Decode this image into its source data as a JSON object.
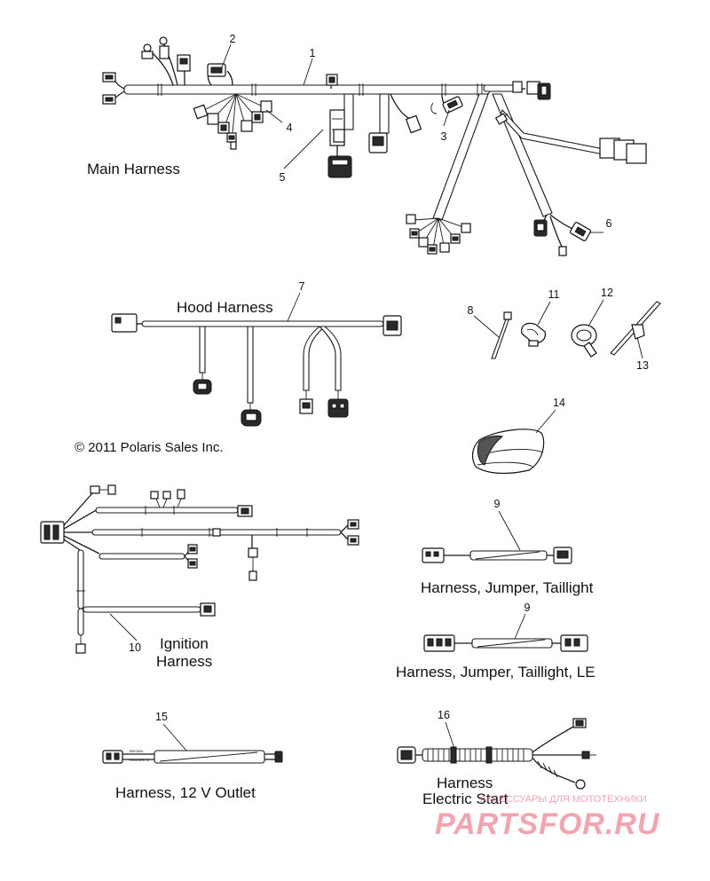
{
  "callouts": {
    "main": "1",
    "c2": "2",
    "c3": "3",
    "c4": "4",
    "c5": "5",
    "c6": "6",
    "hood": "7",
    "c8": "8",
    "c9a": "9",
    "c9b": "9",
    "ign": "10",
    "c11": "11",
    "c12": "12",
    "c13": "13",
    "c14": "14",
    "c15": "15",
    "c16": "16"
  },
  "labels": {
    "main_harness": "Main Harness",
    "hood_harness": "Hood Harness",
    "copyright": "© 2011 Polaris Sales Inc.",
    "ignition_1": "Ignition",
    "ignition_2": "Harness",
    "jumper_taillight": "Harness, Jumper, Taillight",
    "jumper_taillight_le": "Harness, Jumper, Taillight, LE",
    "outlet_12v": "Harness, 12 V Outlet",
    "electric_1": "Harness",
    "electric_2": "Electric Start",
    "wire_brown": "BROWN",
    "wire_redwhite": "RED/WHITE"
  },
  "watermark": {
    "top": "АКСЕССУАРЫ ДЛЯ МОТОТЕХНИКИ",
    "logo": "PARTSFOR.RU",
    "color": "#e85a6e"
  }
}
